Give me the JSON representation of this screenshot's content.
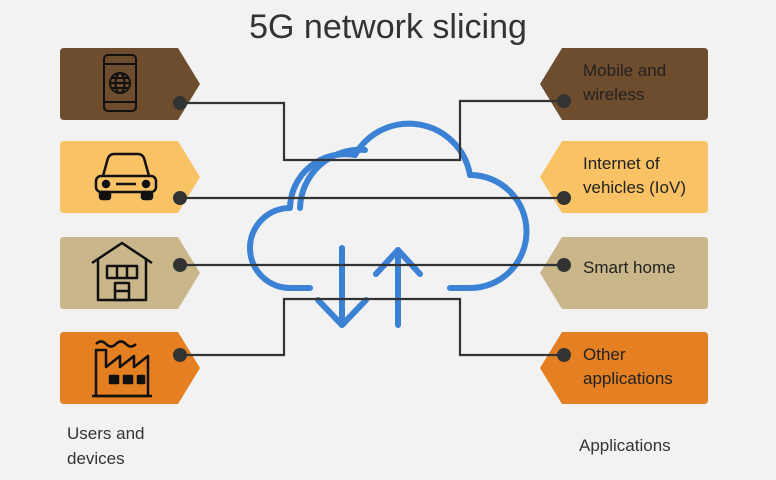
{
  "title": "5G network slicing",
  "colors": {
    "row1": "#6e4c2e",
    "row2": "#f9c264",
    "row3": "#c9b68a",
    "row4": "#e47f22",
    "cloud": "#3b82d4",
    "line": "#333333"
  },
  "devices": [
    {
      "icon": "smartphone-globe-icon"
    },
    {
      "icon": "car-icon"
    },
    {
      "icon": "house-icon"
    },
    {
      "icon": "factory-icon"
    }
  ],
  "applications": [
    {
      "label_line1": "Mobile and",
      "label_line2": "wireless"
    },
    {
      "label_line1": "Internet of",
      "label_line2": "vehicles (IoV)"
    },
    {
      "label_line1": "Smart home",
      "label_line2": ""
    },
    {
      "label_line1": "Other",
      "label_line2": "applications"
    }
  ],
  "captions": {
    "left_line1": "Users and",
    "left_line2": "devices",
    "right": "Applications"
  },
  "center_icon": "cloud-sync-icon"
}
